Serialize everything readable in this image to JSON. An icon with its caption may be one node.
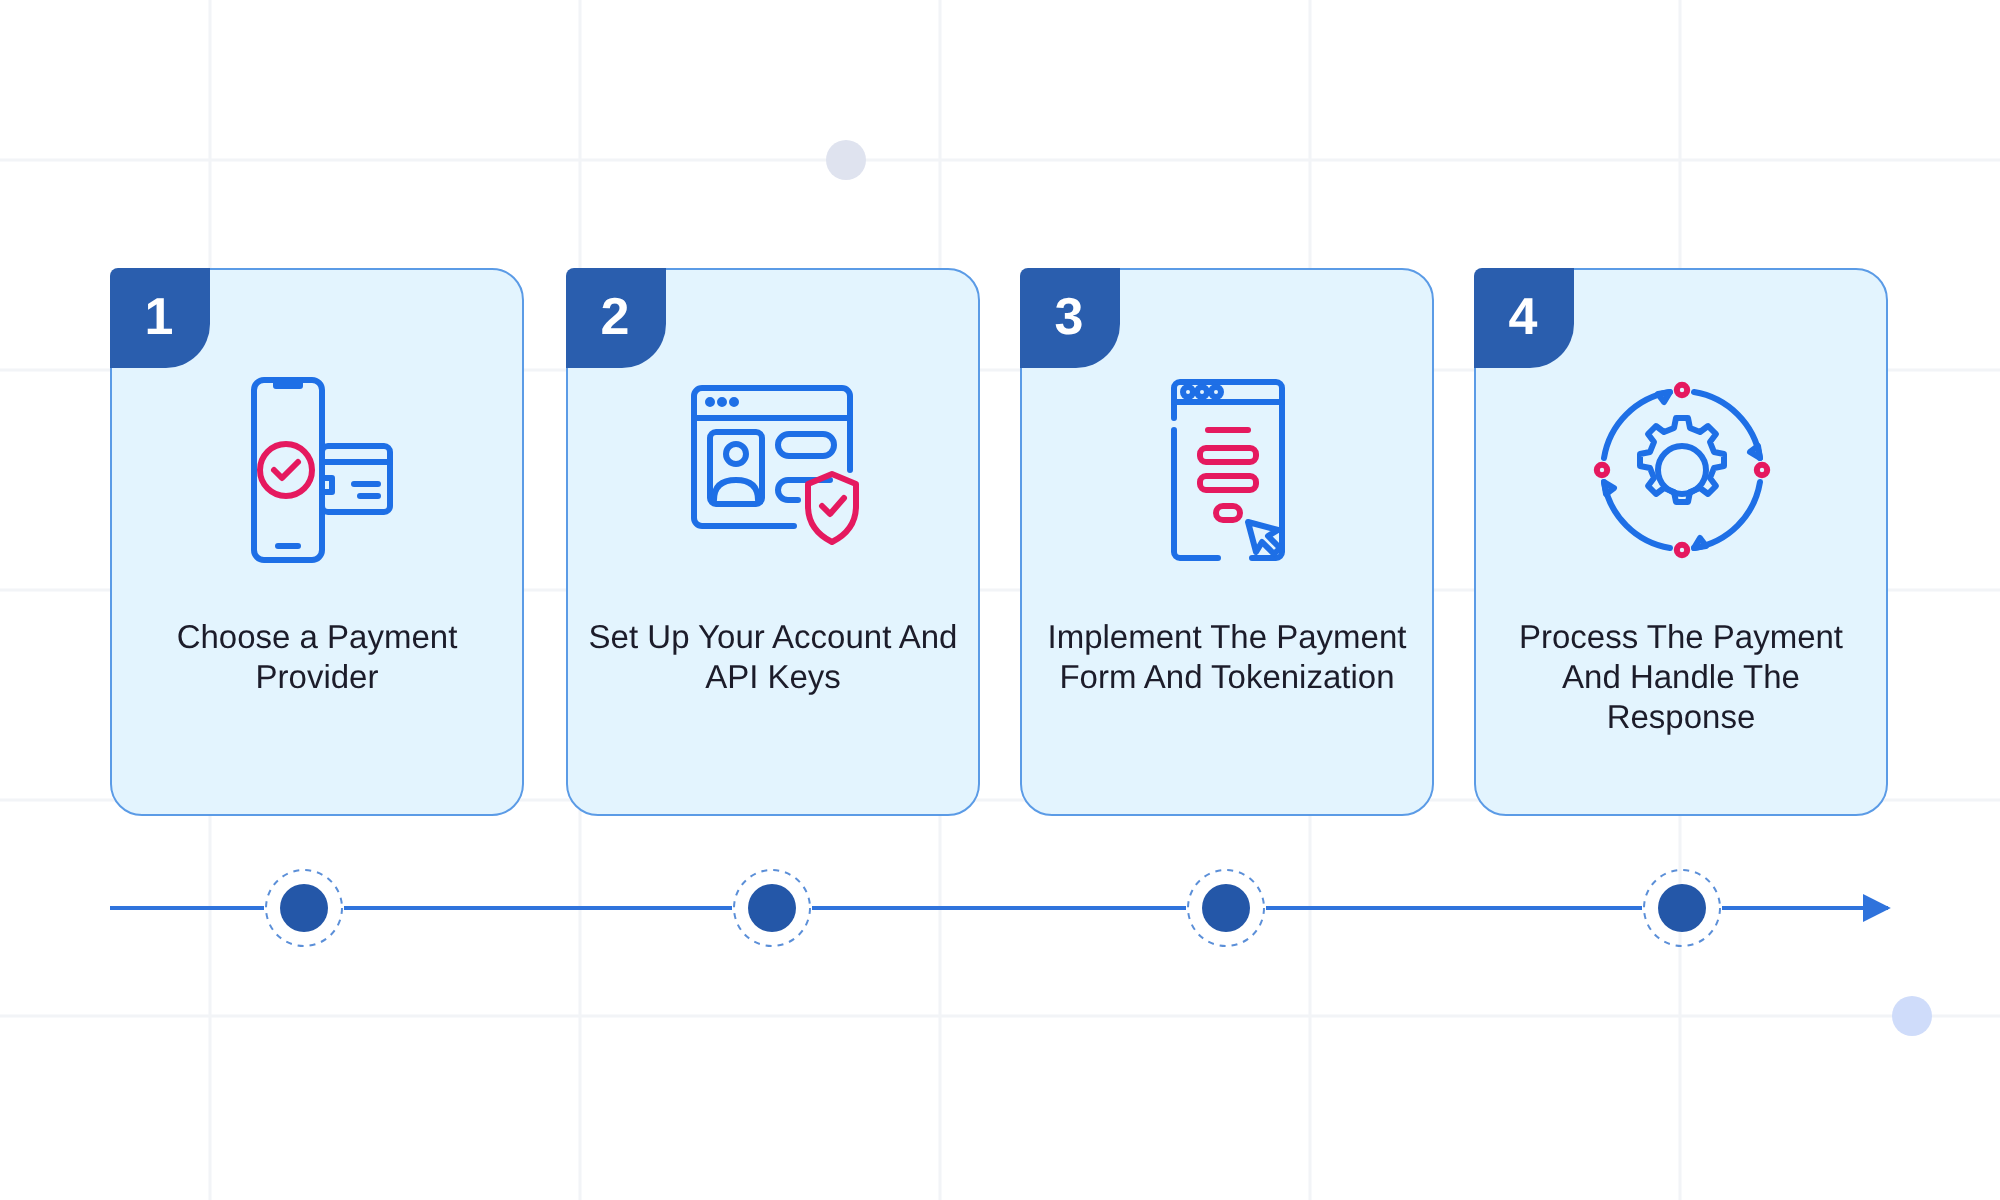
{
  "diagram": {
    "nodes": [
      {
        "text": [
          "1",
          "Choose a Payment Provider"
        ]
      },
      {
        "text": [
          "2",
          "Set Up Your Account And API Keys"
        ]
      },
      {
        "text": [
          "3",
          "Implement The Payment Form And Tokenization"
        ]
      },
      {
        "text": [
          "4",
          "Process The Payment And Handle The Response"
        ]
      },
      {
        "text": [],
        "shape": "circle"
      },
      {
        "text": [],
        "shape": "circle"
      },
      {
        "text": [],
        "shape": "circle"
      },
      {
        "text": [],
        "shape": "circle"
      }
    ],
    "edges": [
      {
        "from": null,
        "to": 4,
        "arrow": "none"
      },
      {
        "from": 4,
        "to": 5,
        "arrow": "none"
      },
      {
        "from": 5,
        "to": 6,
        "arrow": "none"
      },
      {
        "from": 6,
        "to": 7,
        "arrow": "none"
      },
      {
        "from": 7,
        "to": null,
        "arrow": "to"
      }
    ]
  }
}
